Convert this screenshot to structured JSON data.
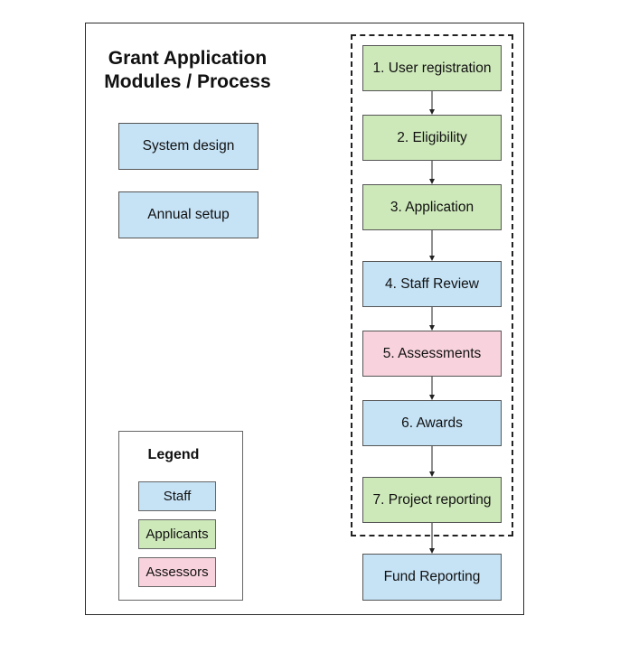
{
  "title": {
    "line1": "Grant Application",
    "line2": "Modules / Process"
  },
  "setup_modules": [
    {
      "label": "System design",
      "role": "staff"
    },
    {
      "label": "Annual setup",
      "role": "staff"
    }
  ],
  "process_steps": [
    {
      "label": "1. User registration",
      "role": "applicant"
    },
    {
      "label": "2. Eligibility",
      "role": "applicant"
    },
    {
      "label": "3. Application",
      "role": "applicant"
    },
    {
      "label": "4. Staff Review",
      "role": "staff"
    },
    {
      "label": "5. Assessments",
      "role": "assessor"
    },
    {
      "label": "6. Awards",
      "role": "staff"
    },
    {
      "label": "7. Project reporting",
      "role": "applicant"
    }
  ],
  "fund_reporting": {
    "label": "Fund Reporting",
    "role": "staff"
  },
  "legend": {
    "title": "Legend",
    "items": [
      {
        "label": "Staff",
        "role": "staff"
      },
      {
        "label": "Applicants",
        "role": "applicant"
      },
      {
        "label": "Assessors",
        "role": "assessor"
      }
    ]
  },
  "colors": {
    "staff": "#c6e3f6",
    "applicant": "#cde8b9",
    "assessor": "#f8d3dd",
    "border": "#2b2b2b"
  }
}
